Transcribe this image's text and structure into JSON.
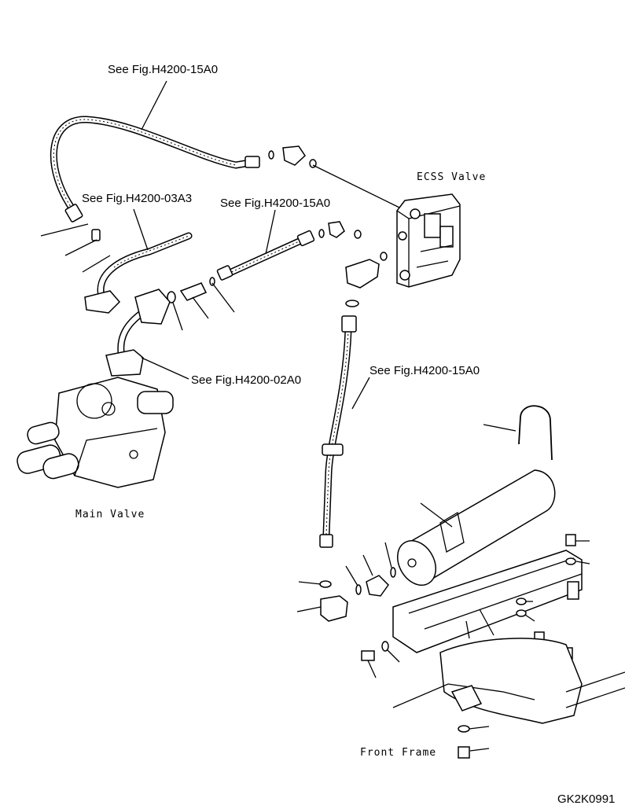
{
  "labels": {
    "ref_top": "See Fig.H4200-15A0",
    "ref_03a3": "See Fig.H4200-03A3",
    "ref_mid": "See Fig.H4200-15A0",
    "ref_02a0": "See Fig.H4200-02A0",
    "ref_right": "See Fig.H4200-15A0",
    "ecss_valve": "ECSS Valve",
    "main_valve": "Main Valve",
    "front_frame": "Front Frame",
    "drawing_code": "GK2K0991"
  }
}
